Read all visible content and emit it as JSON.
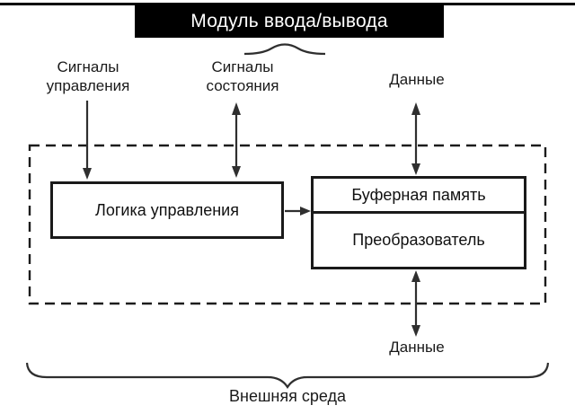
{
  "diagram": {
    "title": "Модуль ввода/вывода",
    "labels": {
      "control_signals": "Сигналы управления",
      "status_signals": "Сигналы состояния",
      "data_top": "Данные",
      "data_bottom": "Данные",
      "external_env": "Внешняя среда"
    },
    "blocks": {
      "control_logic": "Логика управления",
      "buffer_memory": "Буферная память",
      "converter": "Преобразователь"
    },
    "colors": {
      "title_bg": "#000000",
      "title_fg": "#ffffff",
      "line": "#1a1a1a"
    }
  }
}
